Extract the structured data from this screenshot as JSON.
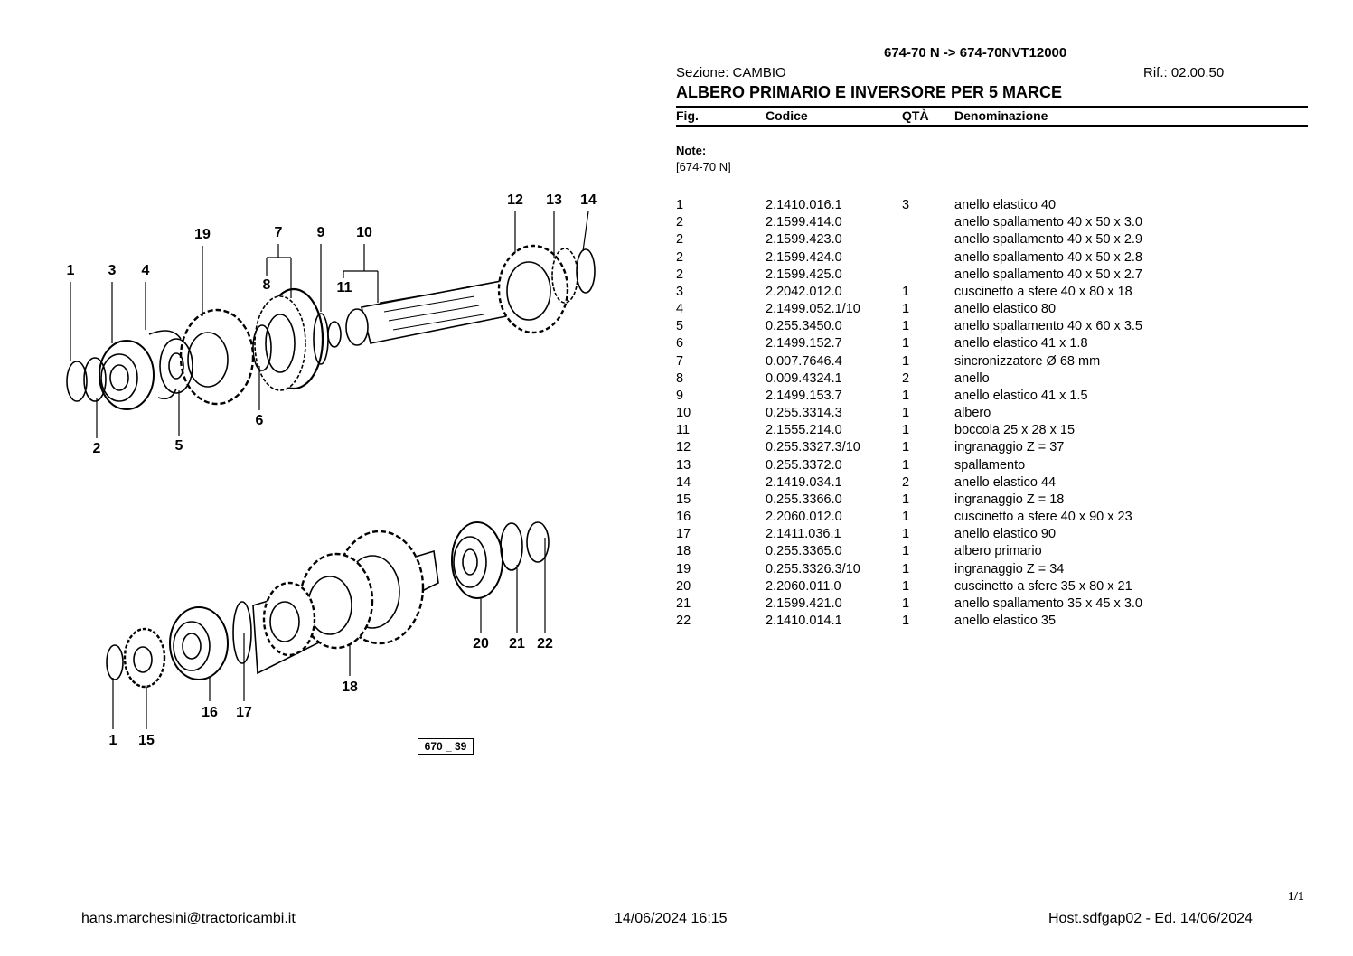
{
  "header": {
    "model": "674-70 N -> 674-70NVT12000",
    "section": "Sezione: CAMBIO",
    "ref": "Rif.: 02.00.50",
    "title": "ALBERO PRIMARIO E INVERSORE PER 5 MARCE"
  },
  "table": {
    "columns": [
      "Fig.",
      "Codice",
      "QTÀ",
      "Denominazione"
    ],
    "note_label": "Note:",
    "note_value": "[674-70 N]",
    "rows": [
      [
        "1",
        "2.1410.016.1",
        "3",
        "anello elastico 40"
      ],
      [
        "2",
        "2.1599.414.0",
        "",
        "anello spallamento 40 x 50 x 3.0"
      ],
      [
        "2",
        "2.1599.423.0",
        "",
        "anello spallamento 40 x 50 x 2.9"
      ],
      [
        "2",
        "2.1599.424.0",
        "",
        "anello spallamento 40 x 50 x 2.8"
      ],
      [
        "2",
        "2.1599.425.0",
        "",
        "anello spallamento 40 x 50 x 2.7"
      ],
      [
        "3",
        "2.2042.012.0",
        "1",
        "cuscinetto a sfere 40 x 80 x 18"
      ],
      [
        "4",
        "2.1499.052.1/10",
        "1",
        "anello elastico 80"
      ],
      [
        "5",
        "0.255.3450.0",
        "1",
        "anello spallamento 40 x 60 x 3.5"
      ],
      [
        "6",
        "2.1499.152.7",
        "1",
        "anello elastico 41 x 1.8"
      ],
      [
        "7",
        "0.007.7646.4",
        "1",
        "sincronizzatore Ø 68 mm"
      ],
      [
        "8",
        "0.009.4324.1",
        "2",
        "anello"
      ],
      [
        "9",
        "2.1499.153.7",
        "1",
        "anello elastico 41 x 1.5"
      ],
      [
        "10",
        "0.255.3314.3",
        "1",
        "albero"
      ],
      [
        "11",
        "2.1555.214.0",
        "1",
        "boccola 25 x 28 x 15"
      ],
      [
        "12",
        "0.255.3327.3/10",
        "1",
        "ingranaggio Z = 37"
      ],
      [
        "13",
        "0.255.3372.0",
        "1",
        "spallamento"
      ],
      [
        "14",
        "2.1419.034.1",
        "2",
        "anello elastico 44"
      ],
      [
        "15",
        "0.255.3366.0",
        "1",
        "ingranaggio Z = 18"
      ],
      [
        "16",
        "2.2060.012.0",
        "1",
        "cuscinetto a sfere 40 x 90 x 23"
      ],
      [
        "17",
        "2.1411.036.1",
        "1",
        "anello elastico 90"
      ],
      [
        "18",
        "0.255.3365.0",
        "1",
        "albero primario"
      ],
      [
        "19",
        "0.255.3326.3/10",
        "1",
        "ingranaggio Z = 34"
      ],
      [
        "20",
        "2.2060.011.0",
        "1",
        "cuscinetto a sfere 35 x 80 x 21"
      ],
      [
        "21",
        "2.1599.421.0",
        "1",
        "anello spallamento 35 x 45 x 3.0"
      ],
      [
        "22",
        "2.1410.014.1",
        "1",
        "anello elastico 35"
      ]
    ]
  },
  "diagram": {
    "callouts": [
      "1",
      "3",
      "4",
      "19",
      "7",
      "9",
      "10",
      "8",
      "11",
      "12",
      "13",
      "14",
      "2",
      "5",
      "6",
      "20",
      "21",
      "22",
      "18",
      "16",
      "17",
      "1",
      "15"
    ],
    "figure_id": "670 _ 39"
  },
  "footer": {
    "page": "1/1",
    "email": "hans.marchesini@tractoricambi.it",
    "datetime": "14/06/2024 16:15",
    "host": "Host.sdfgap02 - Ed. 14/06/2024"
  }
}
